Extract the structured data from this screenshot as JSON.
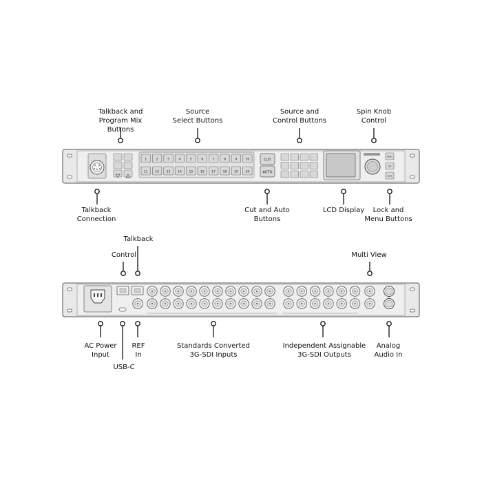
{
  "front_panel": {
    "labels": {
      "talkback_program_mix": "Talkback and\nProgram Mix Buttons",
      "source_select": "Source\nSelect Buttons",
      "source_control": "Source and\nControl  Buttons",
      "spin_knob": "Spin Knob\nControl",
      "talkback_connection": "Talkback\nConnection",
      "cut_auto": "Cut and Auto\nButtons",
      "lcd_display": "LCD Display",
      "lock_menu": "Lock and\nMenu Buttons"
    },
    "source_buttons_top": [
      "1",
      "2",
      "3",
      "4",
      "5",
      "6",
      "7",
      "8",
      "9",
      "10"
    ],
    "source_buttons_bottom": [
      "11",
      "12",
      "13",
      "14",
      "15",
      "16",
      "17",
      "18",
      "19",
      "20"
    ],
    "cut_label": "CUT",
    "auto_label": "AUTO",
    "menu_buttons": [
      "MENU",
      "SET",
      "LOCK"
    ]
  },
  "rear_panel": {
    "labels": {
      "talkback": "Talkback",
      "control": "Control",
      "multi_view": "Multi View",
      "ac_power": "AC Power\nInput",
      "ref_in": "REF\nIn",
      "usb_c": "USB-C",
      "sdi_inputs": "Standards Converted\n3G-SDI Inputs",
      "sdi_outputs": "Independent Assignable\n3G-SDI Outputs",
      "analog_audio": "Analog\nAudio In"
    }
  },
  "colors": {
    "panel_fill": "#e9e9e9",
    "panel_stroke": "#555555",
    "button_fill": "#d8d8d8",
    "lcd_fill": "#c8c8c8",
    "connector_ring": "#666666"
  },
  "icons": [
    "leader-dot-icon",
    "xlr-icon",
    "bnc-icon",
    "ethernet-icon",
    "usb-c-icon",
    "iec-power-icon",
    "knob-icon"
  ]
}
